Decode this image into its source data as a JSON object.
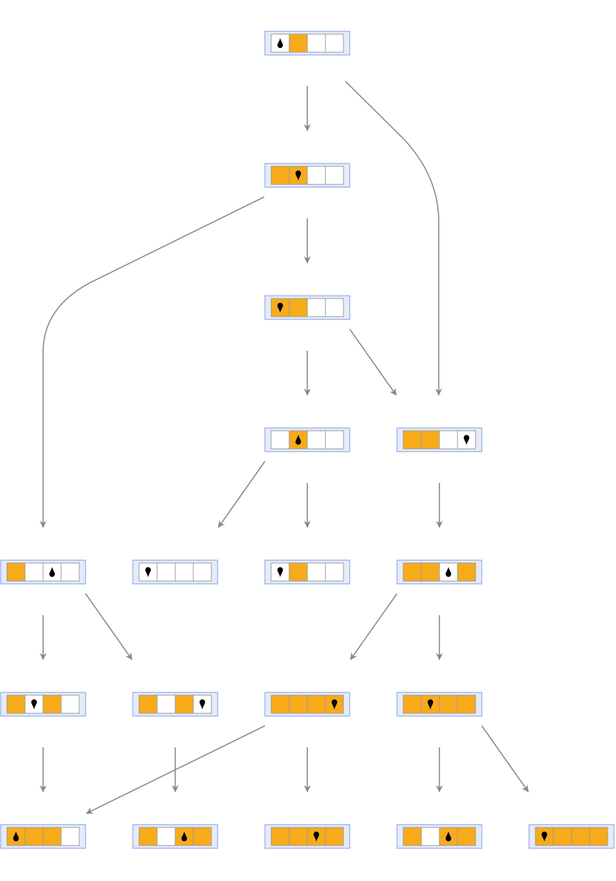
{
  "colors": {
    "filled": "#f7ab1b",
    "empty": "#ffffff",
    "cell_border": "#9a9a9a",
    "frame_fill": "#e6ebf8",
    "frame_border": "#8ea9ee",
    "edge": "#888888",
    "head": "#000000"
  },
  "head_icon": "teardrop-head-icon",
  "nodes": [
    {
      "id": "r0c2",
      "cells": [
        0,
        1,
        0,
        0
      ],
      "head": 0,
      "dir": "up"
    },
    {
      "id": "r1c2",
      "cells": [
        1,
        1,
        0,
        0
      ],
      "head": 1,
      "dir": "down"
    },
    {
      "id": "r2c2",
      "cells": [
        1,
        1,
        0,
        0
      ],
      "head": 0,
      "dir": "down"
    },
    {
      "id": "r3c2",
      "cells": [
        0,
        1,
        0,
        0
      ],
      "head": 1,
      "dir": "up"
    },
    {
      "id": "r3c3",
      "cells": [
        1,
        1,
        0,
        0
      ],
      "head": 3,
      "dir": "down"
    },
    {
      "id": "r4c0",
      "cells": [
        1,
        0,
        0,
        0
      ],
      "head": 2,
      "dir": "up"
    },
    {
      "id": "r4c1",
      "cells": [
        0,
        0,
        0,
        0
      ],
      "head": 0,
      "dir": "down"
    },
    {
      "id": "r4c2",
      "cells": [
        0,
        1,
        0,
        0
      ],
      "head": 0,
      "dir": "down"
    },
    {
      "id": "r4c3",
      "cells": [
        1,
        1,
        0,
        1
      ],
      "head": 2,
      "dir": "up"
    },
    {
      "id": "r5c0",
      "cells": [
        1,
        0,
        1,
        0
      ],
      "head": 1,
      "dir": "down"
    },
    {
      "id": "r5c1",
      "cells": [
        1,
        0,
        1,
        0
      ],
      "head": 3,
      "dir": "down"
    },
    {
      "id": "r5c2",
      "cells": [
        1,
        1,
        1,
        1
      ],
      "head": 3,
      "dir": "down"
    },
    {
      "id": "r5c3",
      "cells": [
        1,
        1,
        1,
        1
      ],
      "head": 1,
      "dir": "down"
    },
    {
      "id": "r6c0",
      "cells": [
        1,
        1,
        1,
        0
      ],
      "head": 0,
      "dir": "up"
    },
    {
      "id": "r6c1",
      "cells": [
        1,
        0,
        1,
        1
      ],
      "head": 2,
      "dir": "up"
    },
    {
      "id": "r6c2",
      "cells": [
        1,
        1,
        1,
        1
      ],
      "head": 2,
      "dir": "down"
    },
    {
      "id": "r6c3",
      "cells": [
        1,
        0,
        1,
        1
      ],
      "head": 2,
      "dir": "up"
    },
    {
      "id": "r6c4",
      "cells": [
        1,
        1,
        1,
        1
      ],
      "head": 0,
      "dir": "down"
    }
  ],
  "edges": [
    {
      "from": "r0c2",
      "to": "r1c2"
    },
    {
      "from": "r0c2",
      "to": "r3c3"
    },
    {
      "from": "r1c2",
      "to": "r2c2"
    },
    {
      "from": "r1c2",
      "to": "r4c0"
    },
    {
      "from": "r2c2",
      "to": "r3c2"
    },
    {
      "from": "r2c2",
      "to": "r3c3"
    },
    {
      "from": "r3c2",
      "to": "r4c1"
    },
    {
      "from": "r3c2",
      "to": "r4c2"
    },
    {
      "from": "r3c3",
      "to": "r4c3"
    },
    {
      "from": "r4c0",
      "to": "r5c0"
    },
    {
      "from": "r4c0",
      "to": "r5c1"
    },
    {
      "from": "r4c3",
      "to": "r5c2"
    },
    {
      "from": "r4c3",
      "to": "r5c3"
    },
    {
      "from": "r5c0",
      "to": "r6c0"
    },
    {
      "from": "r5c1",
      "to": "r6c1"
    },
    {
      "from": "r5c2",
      "to": "r6c0"
    },
    {
      "from": "r5c2",
      "to": "r6c2"
    },
    {
      "from": "r5c3",
      "to": "r6c3"
    },
    {
      "from": "r5c3",
      "to": "r6c4"
    }
  ]
}
